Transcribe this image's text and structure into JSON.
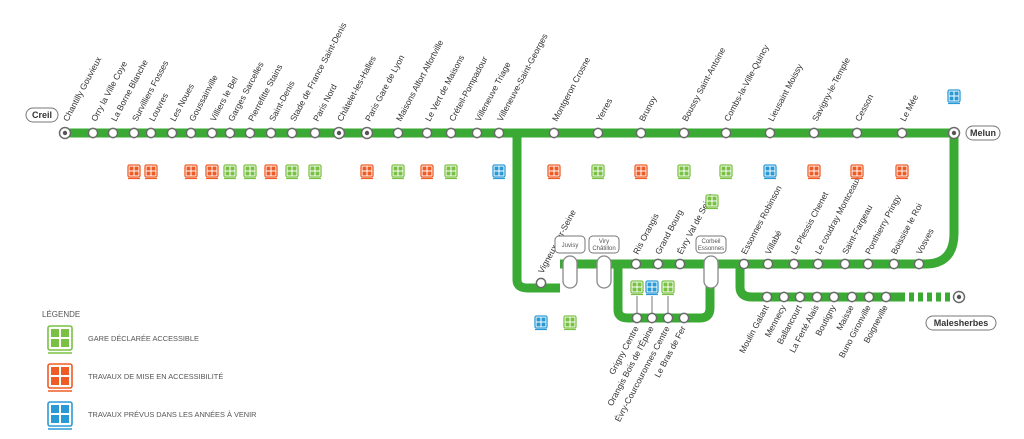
{
  "line_color": "#3aaa35",
  "status_colors": {
    "accessible": "#7ac143",
    "works": "#ef5b25",
    "planned": "#2a9ad6"
  },
  "terminals": {
    "north": "Creil",
    "east": "Melun",
    "south": "Malesherbes"
  },
  "trunk_stations": [
    {
      "name": "Chantilly Gouvieux",
      "status": ""
    },
    {
      "name": "Orry la Ville Coye",
      "status": ""
    },
    {
      "name": "La Borne Blanche",
      "status": ""
    },
    {
      "name": "Survilliers Fosses",
      "status": "works"
    },
    {
      "name": "Louvres",
      "status": "works"
    },
    {
      "name": "Les Noues",
      "status": ""
    },
    {
      "name": "Goussainville",
      "status": "works"
    },
    {
      "name": "Villiers le Bel",
      "status": "works"
    },
    {
      "name": "Garges Sarcelles",
      "status": "accessible"
    },
    {
      "name": "Pierrefitte Stains",
      "status": "accessible"
    },
    {
      "name": "Saint-Denis",
      "status": "works"
    },
    {
      "name": "Stade de France Saint-Denis",
      "status": "accessible"
    },
    {
      "name": "Paris Nord",
      "status": "accessible"
    },
    {
      "name": "Châtelet-les-Halles",
      "status": ""
    },
    {
      "name": "Paris Gare de Lyon",
      "status": "works"
    },
    {
      "name": "Maisons Alfort Alfortville",
      "status": "accessible"
    },
    {
      "name": "Le Vert de Maisons",
      "status": "works"
    },
    {
      "name": "Créteil-Pompadour",
      "status": "accessible"
    },
    {
      "name": "Villeneuve Triage",
      "status": ""
    },
    {
      "name": "Villeneuve-Saint-Georges",
      "status": "planned"
    },
    {
      "name": "Montgeron Crosne",
      "status": "works"
    },
    {
      "name": "Yerres",
      "status": "accessible"
    },
    {
      "name": "Brunoy",
      "status": "works"
    },
    {
      "name": "Boussy Saint-Antoine",
      "status": "accessible"
    },
    {
      "name": "Combs-la-Ville-Quincy",
      "status": "accessible"
    },
    {
      "name": "Lieusaint Moissy",
      "status": "planned"
    },
    {
      "name": "Savigny-le-Temple",
      "status": "works"
    },
    {
      "name": "Cesson",
      "status": "works"
    },
    {
      "name": "Le Mée",
      "status": "works"
    }
  ],
  "melun_status": "planned",
  "branch_stations": [
    {
      "name": "Vigneux-sur-Seine",
      "status": "planned"
    },
    {
      "name": "Juvisy",
      "status": "accessible"
    },
    {
      "name": "Viry Châtillon",
      "status": ""
    },
    {
      "name": "Ris Orangis",
      "status": ""
    },
    {
      "name": "Grand Bourg",
      "status": ""
    },
    {
      "name": "Évry Val de Seine",
      "status": "accessible"
    },
    {
      "name": "Corbeil Essonnes",
      "status": ""
    },
    {
      "name": "Essonnes Robinson",
      "status": ""
    },
    {
      "name": "Villabé",
      "status": ""
    },
    {
      "name": "Le Plessis Chenet",
      "status": ""
    },
    {
      "name": "Le coudray Montceaux",
      "status": ""
    },
    {
      "name": "Saint-Fargeau",
      "status": ""
    },
    {
      "name": "Ponthierry Pringy",
      "status": ""
    },
    {
      "name": "Boissise le Roi",
      "status": ""
    },
    {
      "name": "Vosves",
      "status": ""
    }
  ],
  "evry_loop_stations": [
    {
      "name": "Grigny Centre",
      "status": "accessible"
    },
    {
      "name": "Orangis Bois de l'Épine",
      "status": "planned"
    },
    {
      "name": "Évry-Courcouronnes Centre",
      "status": "accessible"
    },
    {
      "name": "Le Bras de Fer",
      "status": ""
    }
  ],
  "malesherbes_stations": [
    {
      "name": "Moulin Galant"
    },
    {
      "name": "Mennecy"
    },
    {
      "name": "Ballancourt"
    },
    {
      "name": "La Ferté Alais"
    },
    {
      "name": "Boutigny"
    },
    {
      "name": "Maisse"
    },
    {
      "name": "Buno Gironville"
    },
    {
      "name": "Boigneville"
    }
  ],
  "legend": {
    "title": "LÉGENDE",
    "items": [
      {
        "status": "accessible",
        "label": "GARE DÉCLARÉE ACCESSIBLE"
      },
      {
        "status": "works",
        "label": "TRAVAUX DE MISE EN ACCESSIBILITÉ"
      },
      {
        "status": "planned",
        "label": "TRAVAUX PRÉVUS DANS LES ANNÉES À VENIR"
      }
    ]
  }
}
